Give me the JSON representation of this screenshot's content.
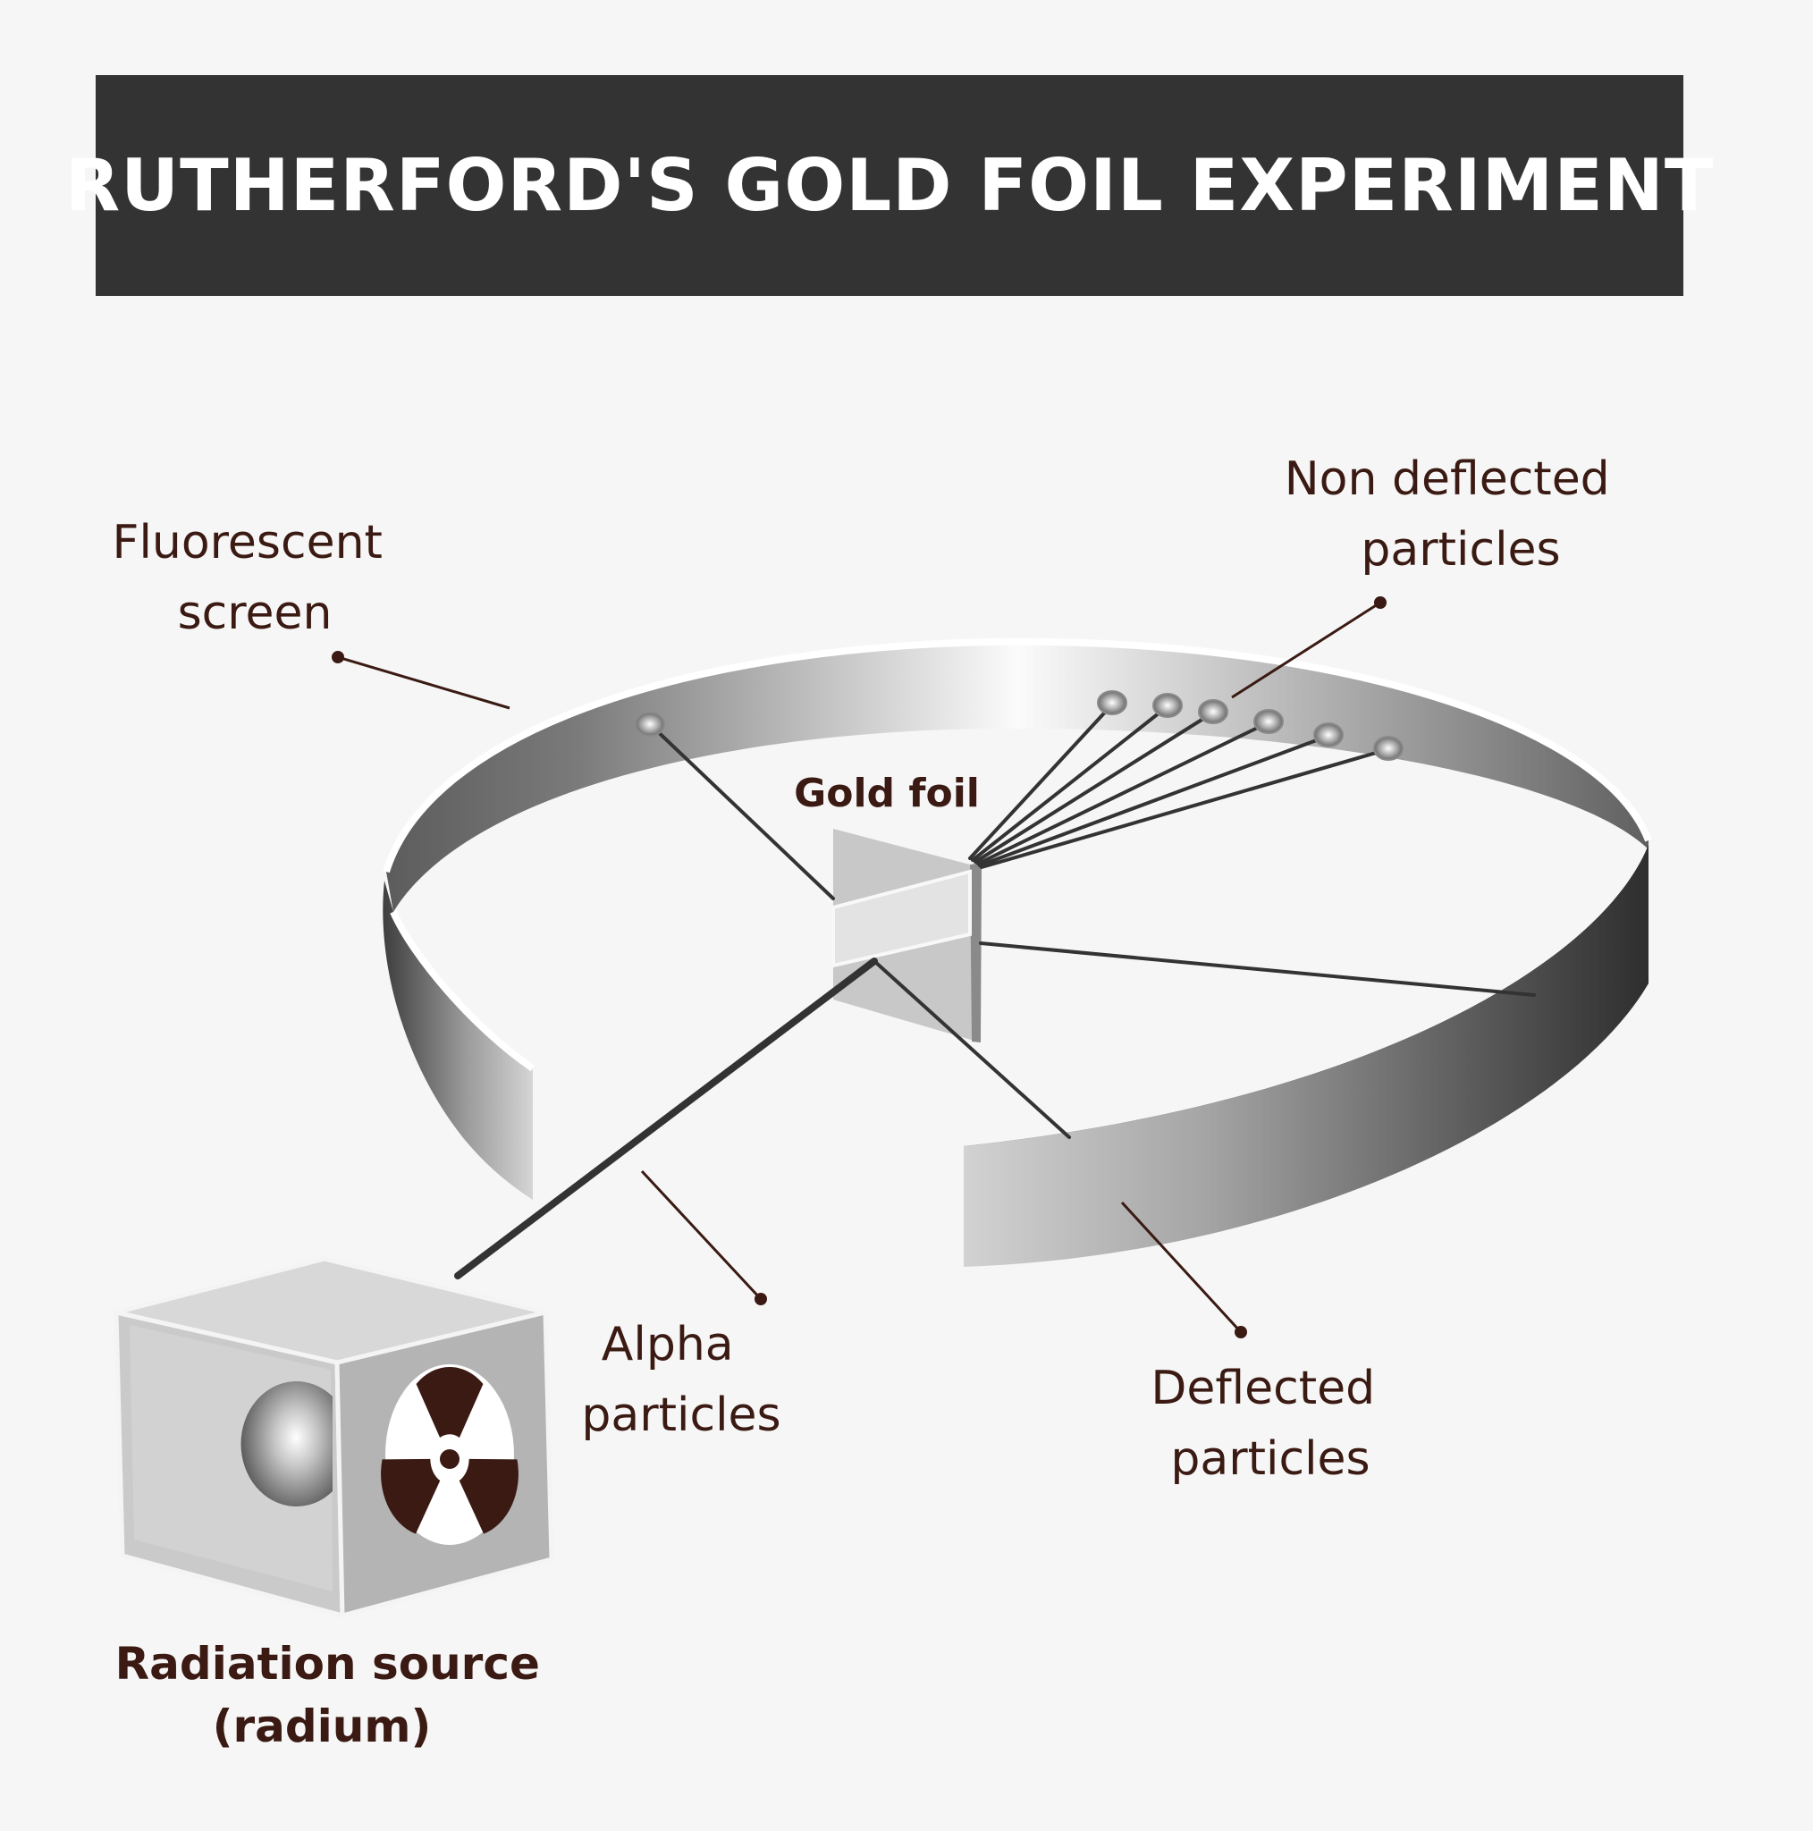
{
  "title": "RUTHERFORD'S GOLD FOIL EXPERIMENT",
  "labels": {
    "fluorescent_screen": [
      "Fluorescent",
      "screen"
    ],
    "non_deflected": [
      "Non deflected",
      "particles"
    ],
    "gold_foil": "Gold foil",
    "alpha": [
      "Alpha",
      "particles"
    ],
    "deflected": [
      "Deflected",
      "particles"
    ],
    "radiation_source": [
      "Radiation source",
      "(radium)"
    ]
  },
  "colors": {
    "background": "#f6f6f6",
    "title_bar": "#333333",
    "title_text": "#ffffff",
    "label_text": "#3a1a12",
    "radiation_symbol": "#3a1a12"
  },
  "icons": [
    "radiation-icon",
    "radium-sphere"
  ]
}
